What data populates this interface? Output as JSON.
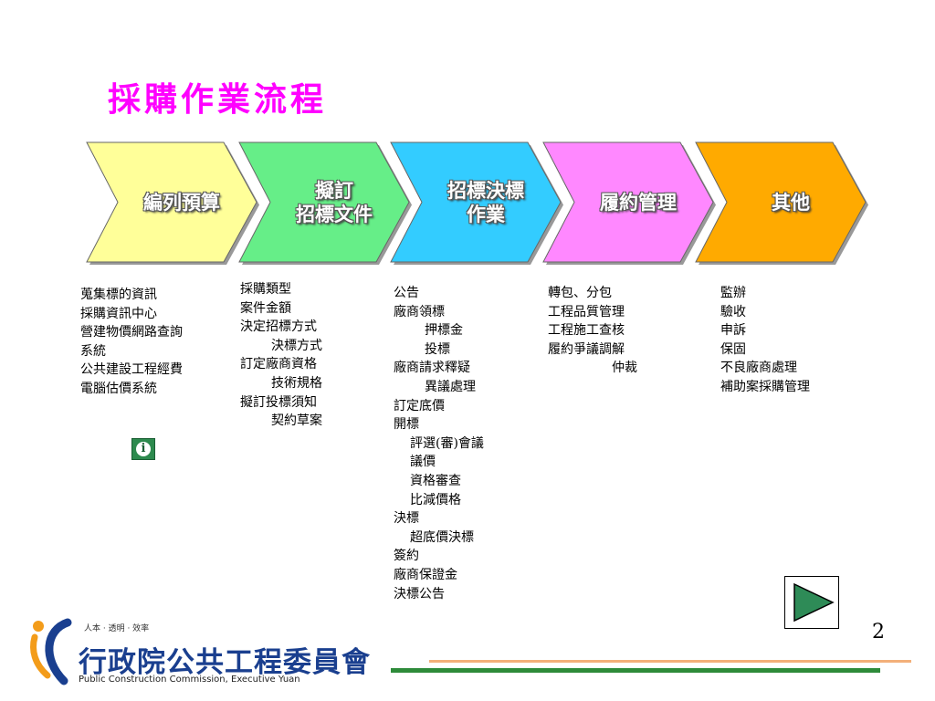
{
  "title": "採購作業流程",
  "stages": [
    {
      "lines": [
        "編列預算"
      ],
      "color": "#ffff99"
    },
    {
      "lines": [
        "擬訂",
        "招標文件"
      ],
      "color": "#66ee88"
    },
    {
      "lines": [
        "招標決標",
        "作業"
      ],
      "color": "#33ccff"
    },
    {
      "lines": [
        "履約管理"
      ],
      "color": "#ff88ff"
    },
    {
      "lines": [
        "其他"
      ],
      "color": "#ffaa00"
    }
  ],
  "columns": {
    "col1": [
      {
        "t": "蒐集標的資訊",
        "i": 0
      },
      {
        "t": "採購資訊中心",
        "i": 0
      },
      {
        "t": "營建物價網路查詢",
        "i": 0
      },
      {
        "t": "系統",
        "i": 0
      },
      {
        "t": "公共建設工程經費",
        "i": 0
      },
      {
        "t": "電腦估價系統",
        "i": 0
      }
    ],
    "col2": [
      {
        "t": "採購類型",
        "i": 0
      },
      {
        "t": "案件金額",
        "i": 0
      },
      {
        "t": "決定招標方式",
        "i": 0
      },
      {
        "t": "決標方式",
        "i": 2
      },
      {
        "t": "訂定廠商資格",
        "i": 0
      },
      {
        "t": "技術規格",
        "i": 2
      },
      {
        "t": "擬訂投標須知",
        "i": 0
      },
      {
        "t": "契約草案",
        "i": 2
      }
    ],
    "col3": [
      {
        "t": "公告",
        "i": 0
      },
      {
        "t": "廠商領標",
        "i": 0
      },
      {
        "t": "押標金",
        "i": 2
      },
      {
        "t": "投標",
        "i": 2
      },
      {
        "t": "廠商請求釋疑",
        "i": 0
      },
      {
        "t": "異議處理",
        "i": 2
      },
      {
        "t": "訂定底價",
        "i": 0
      },
      {
        "t": "開標",
        "i": 0
      },
      {
        "t": "評選(審)會議",
        "i": 1
      },
      {
        "t": "議價",
        "i": 1
      },
      {
        "t": "資格審查",
        "i": 1
      },
      {
        "t": "比減價格",
        "i": 1
      },
      {
        "t": "決標",
        "i": 0
      },
      {
        "t": "超底價決標",
        "i": 1
      },
      {
        "t": "簽約",
        "i": 0
      },
      {
        "t": "廠商保證金",
        "i": 0
      },
      {
        "t": "決標公告",
        "i": 0
      }
    ],
    "col4": [
      {
        "t": "轉包、分包",
        "i": 0
      },
      {
        "t": "工程品質管理",
        "i": 0
      },
      {
        "t": "工程施工查核",
        "i": 0
      },
      {
        "t": "履約爭議調解",
        "i": 0
      },
      {
        "t": "仲裁",
        "i": 3
      }
    ],
    "col5": [
      {
        "t": "監辦",
        "i": 0
      },
      {
        "t": "驗收",
        "i": 0
      },
      {
        "t": "申訴",
        "i": 0
      },
      {
        "t": "保固",
        "i": 0
      },
      {
        "t": "不良廠商處理",
        "i": 0
      },
      {
        "t": "補助案採購管理",
        "i": 0
      }
    ]
  },
  "info_button": {
    "glyph": "i"
  },
  "page_number": "2",
  "logo": {
    "slogan": "人本 · 透明 · 效率",
    "org_name": "行政院公共工程委員會",
    "english": "Public Construction Commission, Executive Yuan",
    "brand_color": "#1a3f8f",
    "accent_color": "#f39c1a"
  }
}
